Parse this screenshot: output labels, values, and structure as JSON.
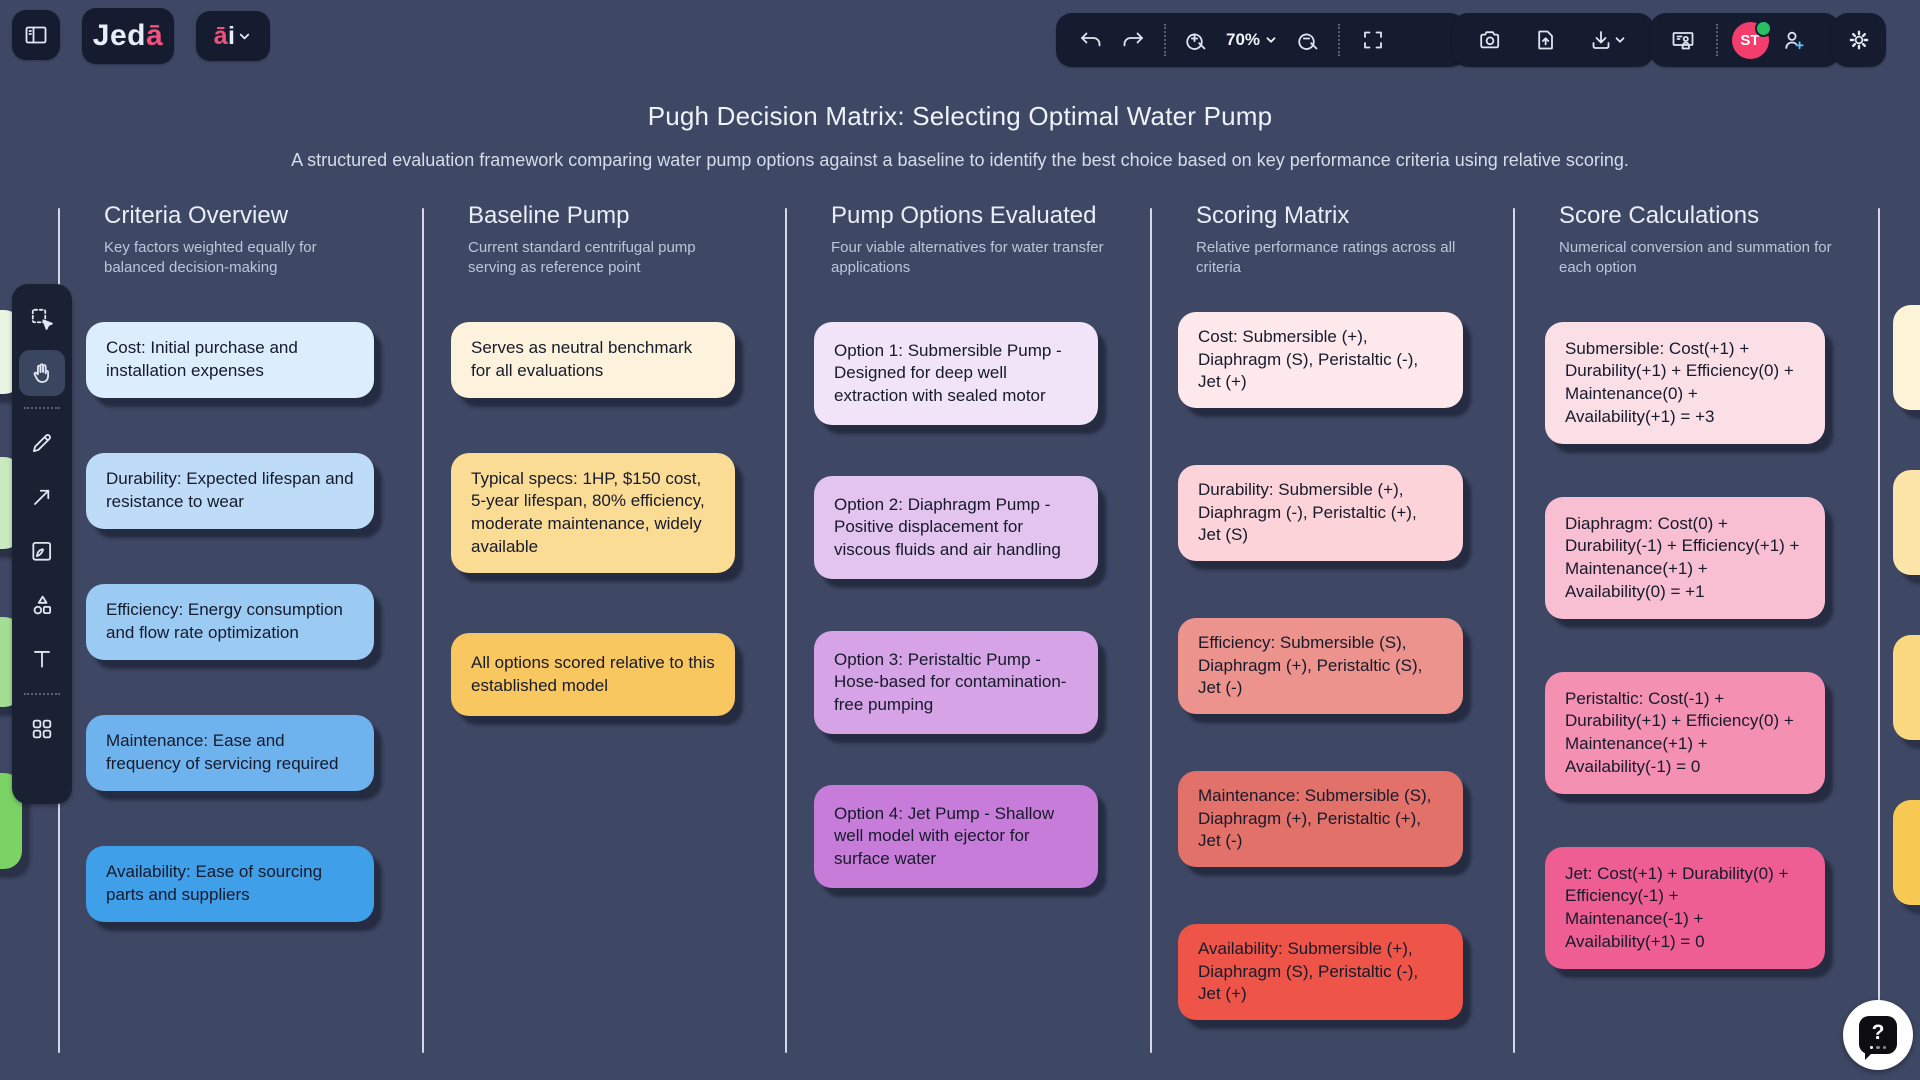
{
  "topbar": {
    "logo": {
      "prefix": "Jed",
      "accent": "ā"
    },
    "ai_menu": {
      "accent": "ā",
      "suffix": "i"
    },
    "zoom_level": "70%",
    "avatar_initials": "ST",
    "help_label": "?"
  },
  "tools": [
    {
      "name": "select-tool",
      "icon": "select",
      "active": false
    },
    {
      "name": "pan-tool",
      "icon": "hand",
      "active": true
    },
    {
      "name": "divider",
      "icon": "",
      "active": false
    },
    {
      "name": "pen-tool",
      "icon": "pencil",
      "active": false
    },
    {
      "name": "connector-tool",
      "icon": "arrow",
      "active": false
    },
    {
      "name": "frame-tool",
      "icon": "frame",
      "active": false
    },
    {
      "name": "shapes-tool",
      "icon": "shapes",
      "active": false
    },
    {
      "name": "text-tool",
      "icon": "textt",
      "active": false
    },
    {
      "name": "divider",
      "icon": "",
      "active": false
    },
    {
      "name": "apps-tool",
      "icon": "apps",
      "active": false
    }
  ],
  "board": {
    "title": "Pugh Decision Matrix: Selecting Optimal Water Pump",
    "subtitle": "A structured evaluation framework comparing water pump options against a baseline to identify the best choice based on key performance criteria using relative scoring.",
    "columns": [
      {
        "header": "Criteria Overview",
        "subtitle": "Key factors weighted equally for balanced decision-making",
        "cards": [
          {
            "text": "Cost: Initial purchase and installation expenses",
            "color": "#dcedfb"
          },
          {
            "text": "Durability: Expected lifespan and resistance to wear",
            "color": "#bedcf8"
          },
          {
            "text": "Efficiency: Energy consumption and flow rate optimization",
            "color": "#9bcbf3"
          },
          {
            "text": "Maintenance: Ease and frequency of servicing required",
            "color": "#6fb3ee"
          },
          {
            "text": "Availability: Ease of sourcing parts and suppliers",
            "color": "#3f9fe8"
          }
        ]
      },
      {
        "header": "Baseline Pump",
        "subtitle": "Current standard centrifugal pump serving as reference point",
        "cards": [
          {
            "text": "Serves as neutral benchmark for all evaluations",
            "color": "#fdf3dc"
          },
          {
            "text": "Typical specs: 1HP, $150 cost, 5-year lifespan, 80% efficiency, moderate maintenance, widely available",
            "color": "#fbdc94"
          },
          {
            "text": "All options scored relative to this established model",
            "color": "#f9c75f"
          }
        ]
      },
      {
        "header": "Pump Options Evaluated",
        "subtitle": "Four viable alternatives for water transfer applications",
        "cards": [
          {
            "text": "Option 1: Submersible Pump - Designed for deep well extraction with sealed motor",
            "color": "#f1e4f8"
          },
          {
            "text": "Option 2: Diaphragm Pump - Positive displacement for viscous fluids and air handling",
            "color": "#e2c4ef"
          },
          {
            "text": "Option 3: Peristaltic Pump - Hose-based for contamination-free pumping",
            "color": "#d5a3e6"
          },
          {
            "text": "Option 4: Jet Pump - Shallow well model with ejector for surface water",
            "color": "#c77cda"
          }
        ]
      },
      {
        "header": "Scoring Matrix",
        "subtitle": "Relative performance ratings across all criteria",
        "cards": [
          {
            "text": "Cost: Submersible (+), Diaphragm (S), Peristaltic (-), Jet (+)",
            "color": "#fde8ec"
          },
          {
            "text": "Durability: Submersible (+), Diaphragm (-), Peristaltic (+), Jet (S)",
            "color": "#fbd3d9"
          },
          {
            "text": "Efficiency: Submersible (S), Diaphragm (+), Peristaltic (S), Jet (-)",
            "color": "#ec938d"
          },
          {
            "text": "Maintenance: Submersible (S), Diaphragm (+), Peristaltic (+), Jet (-)",
            "color": "#e2716a"
          },
          {
            "text": "Availability: Submersible (+), Diaphragm (S), Peristaltic (-), Jet (+)",
            "color": "#ef5449"
          }
        ]
      },
      {
        "header": "Score Calculations",
        "subtitle": "Numerical conversion and summation for each option",
        "cards": [
          {
            "text": "Submersible: Cost(+1) + Durability(+1) + Efficiency(0) + Maintenance(0) + Availability(+1) = +3",
            "color": "#fadfe7"
          },
          {
            "text": "Diaphragm: Cost(0) + Durability(-1) + Efficiency(+1) + Maintenance(+1) + Availability(0) = +1",
            "color": "#f7bfd1"
          },
          {
            "text": "Peristaltic: Cost(-1) + Durability(+1) + Efficiency(0) + Maintenance(+1) + Availability(-1) = 0",
            "color": "#f491b3"
          },
          {
            "text": "Jet: Cost(+1) + Durability(0) + Efficiency(-1) + Maintenance(-1) + Availability(+1) = 0",
            "color": "#ee5e92"
          }
        ]
      }
    ],
    "left_edge_cards": [
      "#e9f4e3",
      "#c9e9bf",
      "#a4de94",
      "#7cd365"
    ],
    "right_edge_cards": [
      "#fdf3d6",
      "#fce5a8",
      "#fad880",
      "#f7c952"
    ]
  },
  "colors": {
    "canvas_bg": "#3e4764",
    "panel_bg": "#151c30",
    "accent_pink": "#f0527c",
    "avatar_bg": "#f23d6d",
    "online_green": "#27c162",
    "divider_line": "#e9eef7"
  }
}
